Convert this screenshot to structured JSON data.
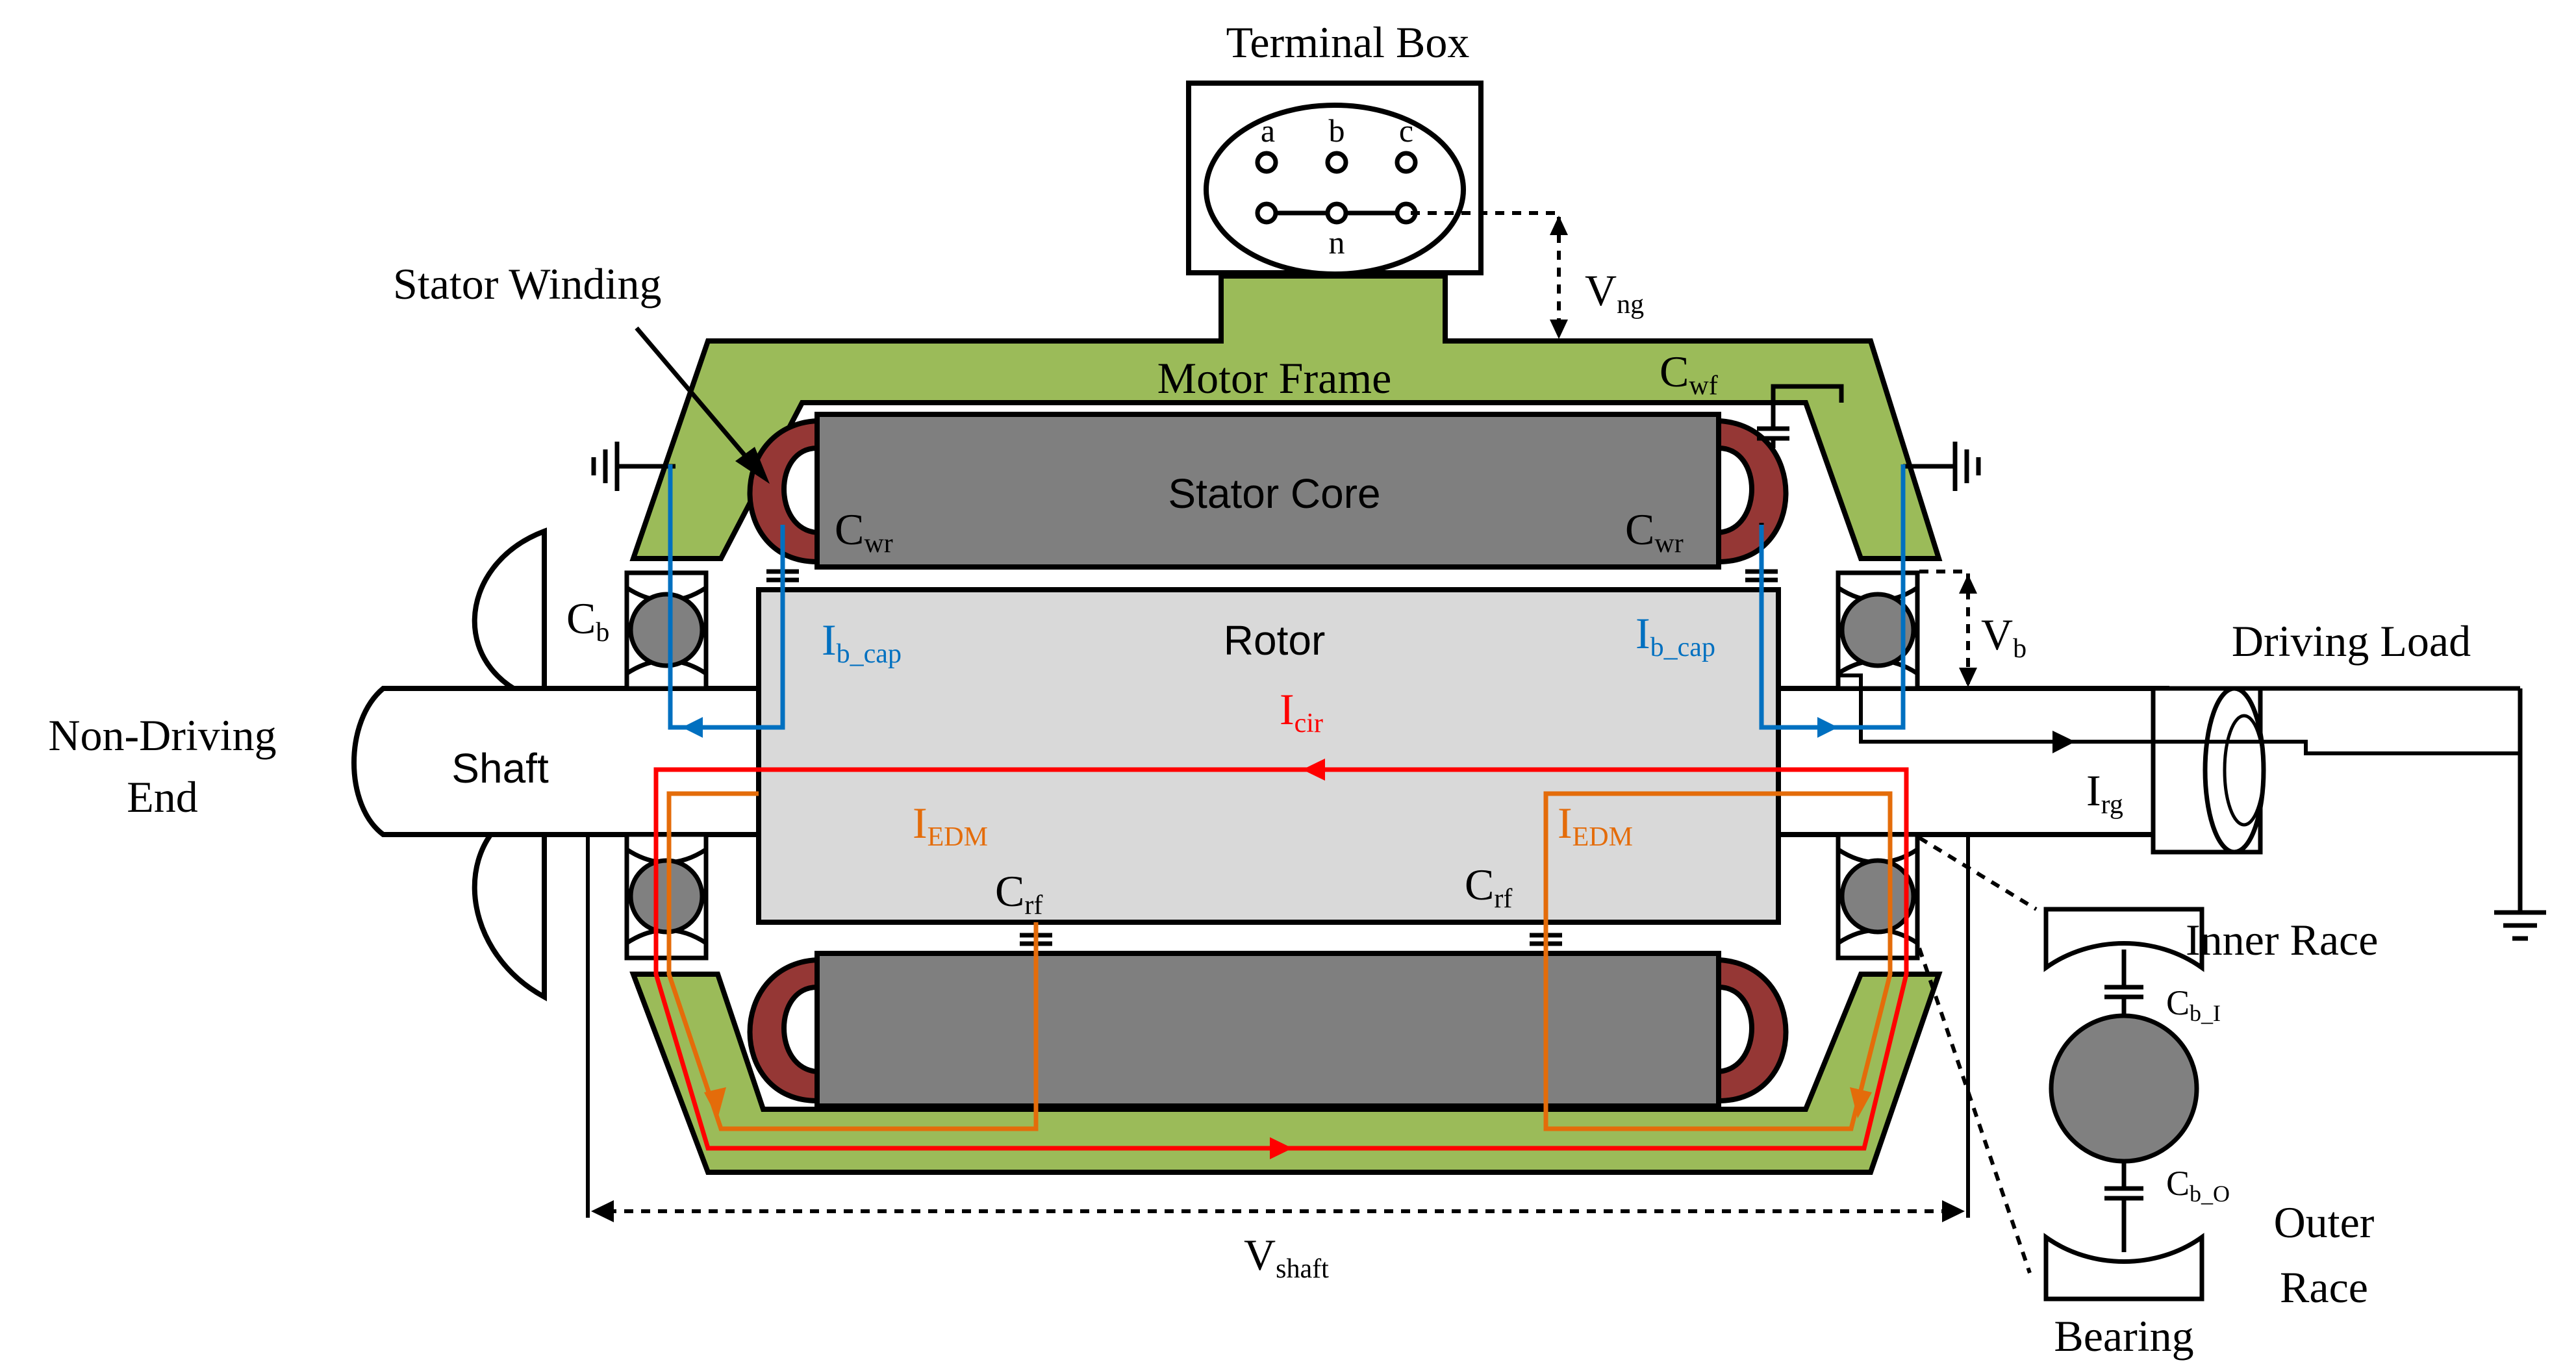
{
  "labels": {
    "terminal_box": "Terminal Box",
    "terminal_a": "a",
    "terminal_b": "b",
    "terminal_c": "c",
    "terminal_n": "n",
    "stator_winding": "Stator Winding",
    "motor_frame": "Motor Frame",
    "stator_core": "Stator Core",
    "rotor": "Rotor",
    "shaft": "Shaft",
    "non_driving_end_1": "Non-Driving",
    "non_driving_end_2": "End",
    "driving_load": "Driving Load",
    "inner_race": "Inner Race",
    "outer_race_1": "Outer",
    "outer_race_2": "Race",
    "bearing": "Bearing"
  },
  "symbols": {
    "V_main": "V",
    "V_ng_sub": "ng",
    "V_b_sub": "b",
    "V_shaft_sub": "shaft",
    "C_main": "C",
    "C_wf_sub": "wf",
    "C_wr_sub": "wr",
    "C_b_sub": "b",
    "C_rf_sub": "rf",
    "C_bI_sub": "b_I",
    "C_bO_sub": "b_O",
    "I_main": "I",
    "I_bcap_sub": "b_cap",
    "I_cir_sub": "cir",
    "I_EDM_sub": "EDM",
    "I_rg_sub": "rg"
  },
  "colors": {
    "frame": "#9bbb59",
    "core": "#7f7f7f",
    "rotor": "#d9d9d9",
    "winding": "#953735",
    "ball": "#808080",
    "cap_current": "#0070c0",
    "circ_current": "#ff0000",
    "edm_current": "#e46c0a"
  }
}
